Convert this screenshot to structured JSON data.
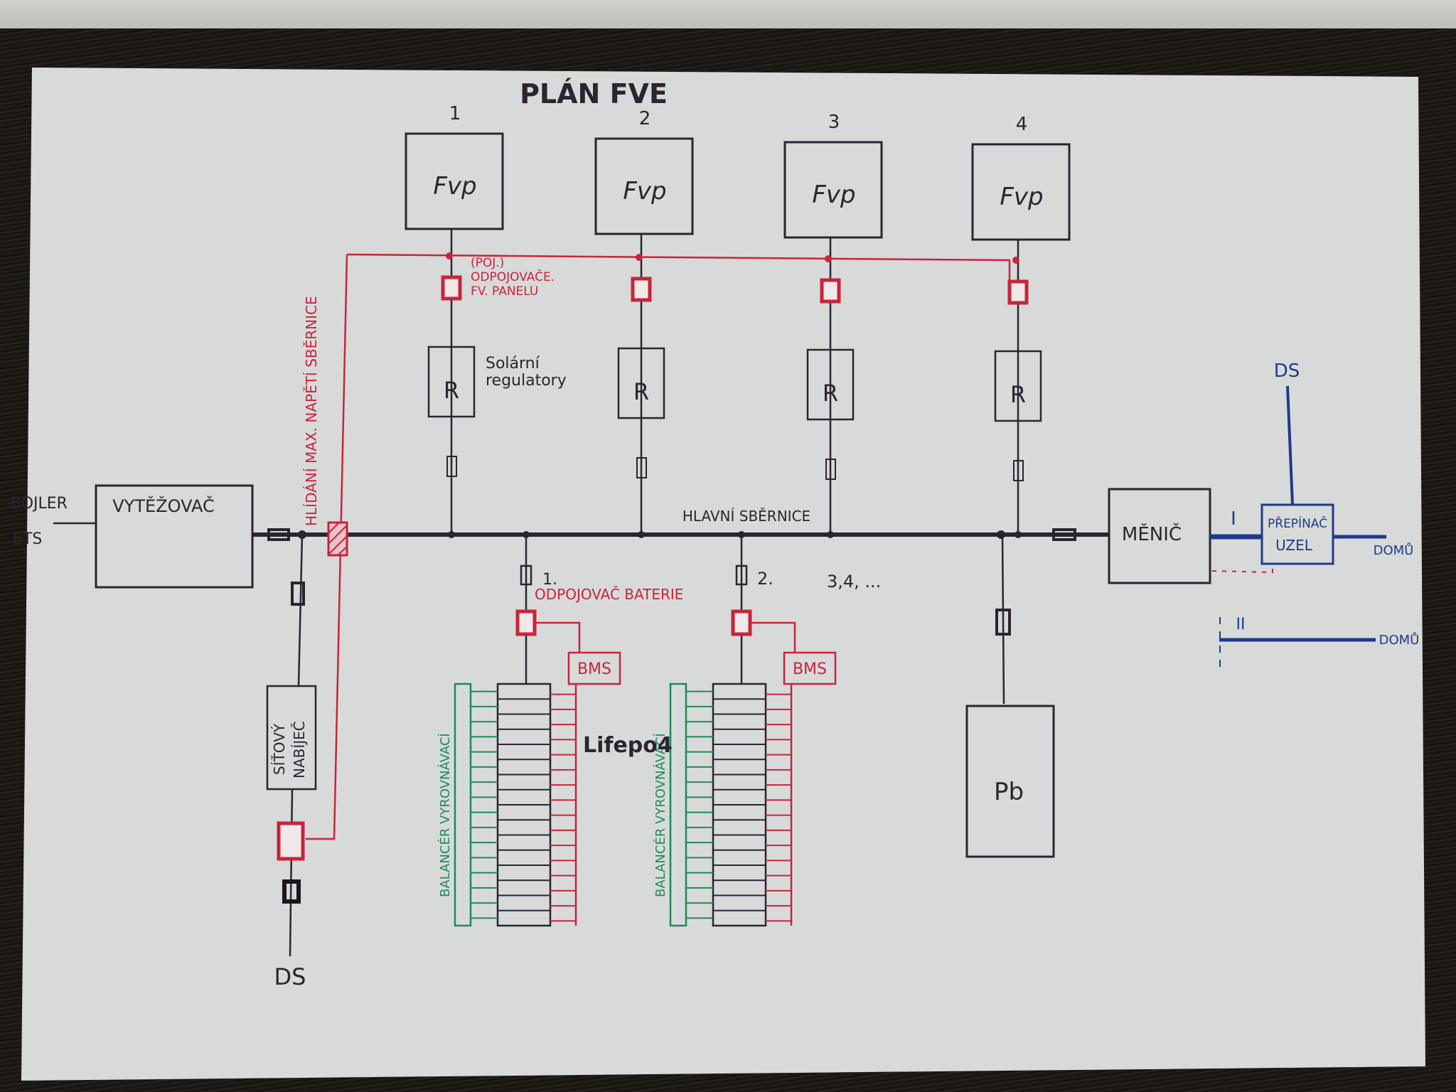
{
  "title": "PLÁN FVE",
  "colors": {
    "ink_black": "#2a2530",
    "ink_red": "#c8243c",
    "ink_blue": "#1f3a8c",
    "ink_green": "#1c8a5a",
    "paper": "#d9dbd9"
  },
  "panels": [
    {
      "number": "1",
      "label": "Fvp",
      "regulator": "R"
    },
    {
      "number": "2",
      "label": "Fvp",
      "regulator": "R"
    },
    {
      "number": "3",
      "label": "Fvp",
      "regulator": "R"
    },
    {
      "number": "4",
      "label": "Fvp",
      "regulator": "R"
    }
  ],
  "annotations": {
    "panel_disconnectors": [
      "(POJ.)",
      "ODPOJOVAČE.",
      "FV. PANELU"
    ],
    "solar_regulators": [
      "Solární",
      "regulatory"
    ],
    "main_bus": "HLAVNÍ SBĚRNICE",
    "bus_voltage_monitor": "HLÍDÁNÍ MAX. NAPĚTÍ SBĚRNICE",
    "battery_disconnector": "ODPOJOVAČ BATERIE",
    "battery_1_index": "1.",
    "battery_2_index": "2.",
    "more_batteries": "3,4, ...",
    "lifepo4": "Lifepo4",
    "balancer": "BALANCÉR VYROVNÁVACÍ"
  },
  "blocks": {
    "boiler_label": "BOJLER",
    "ets_label": "ETS",
    "vytezovac": "VYTĚŽOVAČ",
    "charger": [
      "SÍŤOVÝ",
      "NABÍJEČ"
    ],
    "bms": "BMS",
    "pb": "Pb",
    "menic": "MĚNIČ",
    "prepinac": [
      "PŘEPÍNAČ",
      "UZEL"
    ],
    "ds_bottom": "DS",
    "ds_top": "DS",
    "path_1": "I",
    "path_2": "II",
    "home_1": "DOMŮ",
    "home_2": "DOMŮ"
  },
  "battery_stacks": [
    {
      "index": "1.",
      "cells": 16
    },
    {
      "index": "2.",
      "cells": 16
    }
  ]
}
